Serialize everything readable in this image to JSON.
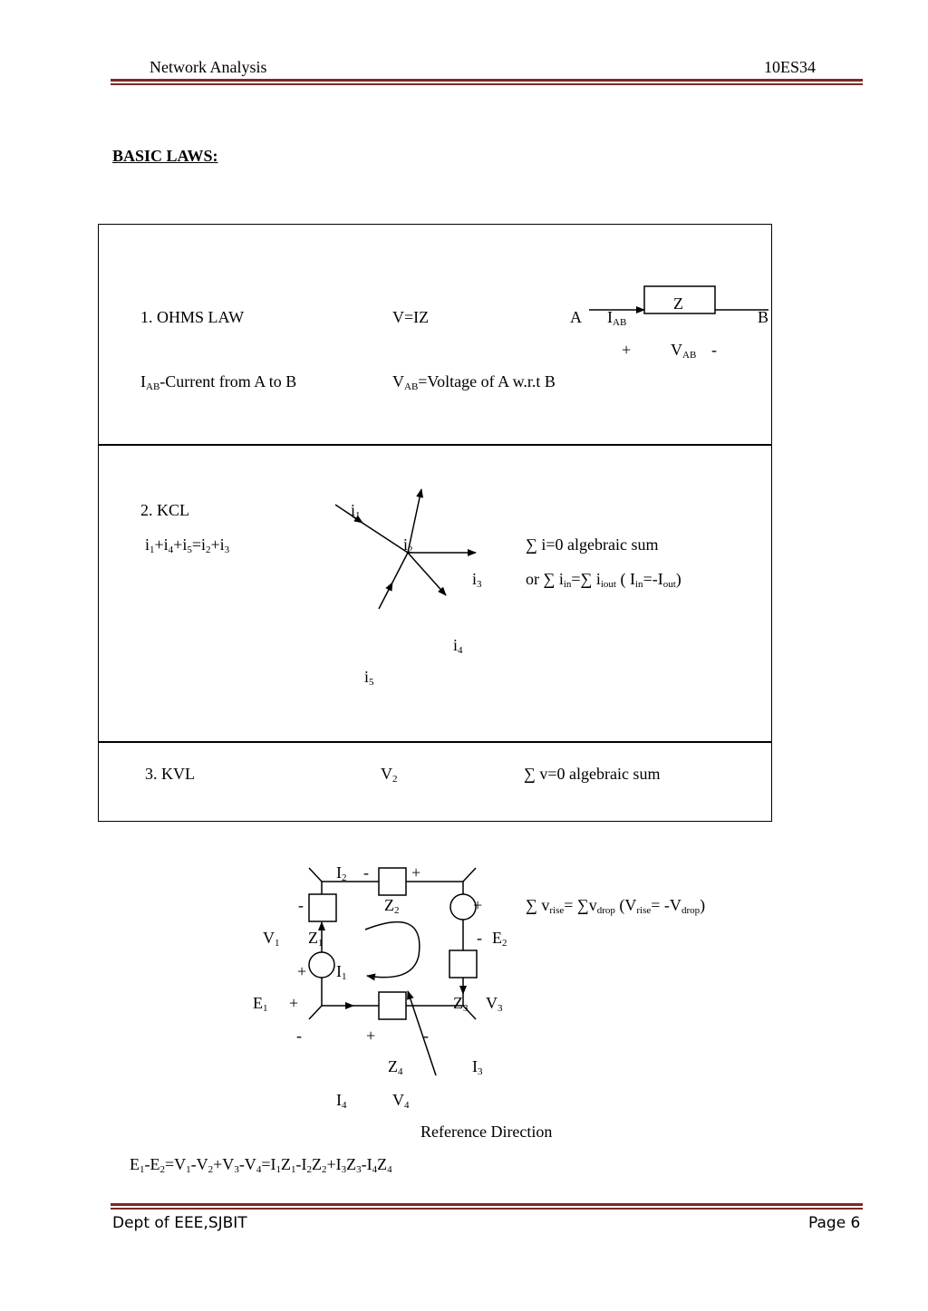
{
  "header": {
    "left": "Network Analysis",
    "right": "10ES34",
    "rule_color": "#7a2a2a"
  },
  "section_title": "BASIC LAWS:",
  "ohms": {
    "heading": "1.   OHMS LAW",
    "equation": "V=IZ",
    "node_a": "A",
    "node_b": "B",
    "current": "I",
    "current_sub": "AB",
    "impedance": "Z",
    "plus": "+",
    "minus": "-",
    "voltage": "V",
    "voltage_sub": "AB",
    "def_current_main": "I",
    "def_current_sub": "AB",
    "def_current_rest": "-Current from A to B",
    "def_voltage_main": "V",
    "def_voltage_sub": "AB",
    "def_voltage_rest": "=Voltage of A w.r.t B"
  },
  "kcl": {
    "heading": "2. KCL",
    "equation": [
      {
        "t": "i"
      },
      {
        "s": "1"
      },
      {
        "t": "+i"
      },
      {
        "s": "4"
      },
      {
        "t": "+i"
      },
      {
        "s": "5"
      },
      {
        "t": "=i"
      },
      {
        "s": "2"
      },
      {
        "t": "+i"
      },
      {
        "s": "3"
      }
    ],
    "labels": {
      "i1": {
        "main": "i",
        "sub": "1"
      },
      "i2": {
        "main": "i",
        "sub": "2"
      },
      "i3": {
        "main": "i",
        "sub": "3"
      },
      "i4": {
        "main": "i",
        "sub": "4"
      },
      "i5": {
        "main": "i",
        "sub": "5"
      }
    },
    "sum_text": "∑ i=0   algebraic sum",
    "or_line": [
      {
        "t": "or  ∑ i"
      },
      {
        "s": "in"
      },
      {
        "t": "=∑ i"
      },
      {
        "s": "iout"
      },
      {
        "t": "      ( I"
      },
      {
        "s": "in"
      },
      {
        "t": "=-I"
      },
      {
        "s": "out"
      },
      {
        "t": ")"
      }
    ]
  },
  "kvl": {
    "heading": "3. KVL",
    "v2": {
      "main": "V",
      "sub": "2"
    },
    "sum_text": "∑ v=0   algebraic sum",
    "rise_drop": [
      {
        "t": "∑ v"
      },
      {
        "s": "rise"
      },
      {
        "t": "= ∑v"
      },
      {
        "s": "drop"
      },
      {
        "t": "    (V"
      },
      {
        "s": "rise"
      },
      {
        "t": "=  -V"
      },
      {
        "s": "drop"
      },
      {
        "t": ")"
      }
    ],
    "labels": {
      "I2": {
        "main": "I",
        "sub": "2"
      },
      "Z2": {
        "main": "Z",
        "sub": "2"
      },
      "V1": {
        "main": "V",
        "sub": "1"
      },
      "Z1": {
        "main": "Z",
        "sub": "1"
      },
      "I1": {
        "main": "I",
        "sub": "1"
      },
      "E1": {
        "main": "E",
        "sub": "1"
      },
      "E2": {
        "main": "E",
        "sub": "2"
      },
      "Z3": {
        "main": "Z",
        "sub": "3"
      },
      "V3": {
        "main": "V",
        "sub": "3"
      },
      "Z4": {
        "main": "Z",
        "sub": "4"
      },
      "I3": {
        "main": "I",
        "sub": "3"
      },
      "I4": {
        "main": "I",
        "sub": "4"
      },
      "V4": {
        "main": "V",
        "sub": "4"
      }
    },
    "signs": {
      "plus": "+",
      "minus": "-"
    },
    "reference": "Reference Direction",
    "final_equation": [
      {
        "t": "E"
      },
      {
        "s": "1"
      },
      {
        "t": "-E"
      },
      {
        "s": "2"
      },
      {
        "t": "=V"
      },
      {
        "s": "1"
      },
      {
        "t": "-V"
      },
      {
        "s": "2"
      },
      {
        "t": "+V"
      },
      {
        "s": "3"
      },
      {
        "t": "-V"
      },
      {
        "s": "4"
      },
      {
        "t": "=I"
      },
      {
        "s": "1"
      },
      {
        "t": "Z"
      },
      {
        "s": "1"
      },
      {
        "t": "-I"
      },
      {
        "s": "2"
      },
      {
        "t": "Z"
      },
      {
        "s": "2"
      },
      {
        "t": "+I"
      },
      {
        "s": "3"
      },
      {
        "t": "Z"
      },
      {
        "s": "3"
      },
      {
        "t": "-I"
      },
      {
        "s": "4"
      },
      {
        "t": "Z"
      },
      {
        "s": "4"
      }
    ]
  },
  "footer": {
    "left": "Dept of EEE,SJBIT",
    "right": "Page 6"
  }
}
